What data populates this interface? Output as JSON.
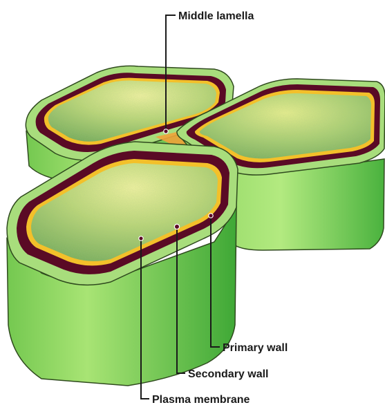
{
  "labels": {
    "middle_lamella": "Middle lamella",
    "primary_wall": "Primary wall",
    "secondary_wall": "Secondary wall",
    "plasma_membrane": "Plasma membrane"
  },
  "colors": {
    "cell_side_light": "#9ee06a",
    "cell_side_dark": "#46b13c",
    "cell_top_rim": "#a8dd7c",
    "secondary_wall": "#5a0a25",
    "plasma_membrane": "#f3c02a",
    "middle_lamella": "#f0a33a",
    "cytoplasm_light": "#e6ef8a",
    "cytoplasm_dark": "#7fb85a",
    "outline": "#2f4a1e"
  }
}
